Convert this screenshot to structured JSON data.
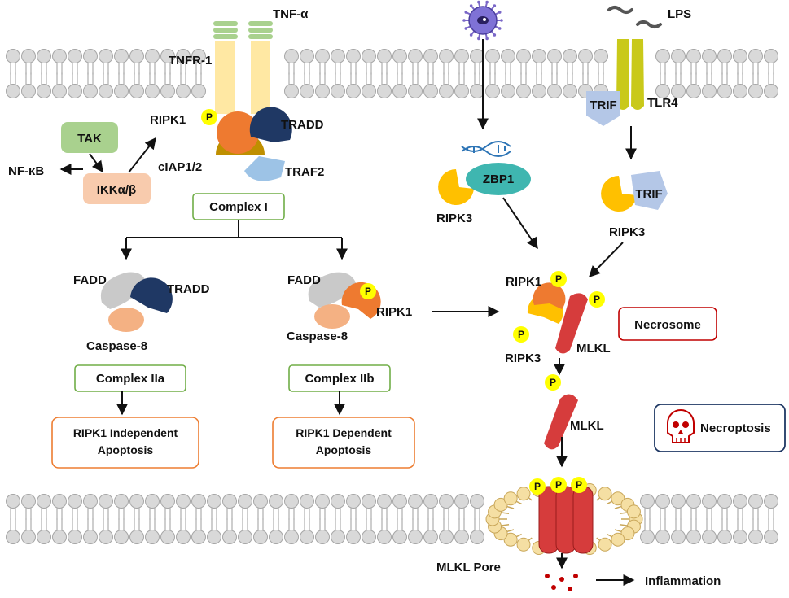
{
  "labels": {
    "tnf_alpha": "TNF-α",
    "tnfr1": "TNFR-1",
    "lps": "LPS",
    "tlr4": "TLR4",
    "trif": "TRIF",
    "trif2": "TRIF",
    "ripk1_top": "RIPK1",
    "tradd_top": "TRADD",
    "ciap": "cIAP1/2",
    "traf2": "TRAF2",
    "tak": "TAK",
    "ikk": "IKKα/β",
    "nfkb": "NF-κB",
    "zbp1": "ZBP1",
    "ripk3_a": "RIPK3",
    "ripk3_b": "RIPK3",
    "fadd_a": "FADD",
    "tradd_a": "TRADD",
    "casp8_a": "Caspase-8",
    "fadd_b": "FADD",
    "ripk1_b": "RIPK1",
    "casp8_b": "Caspase-8",
    "ripk1_n": "RIPK1",
    "ripk3_n": "RIPK3",
    "mlkl_n": "MLKL",
    "mlkl_free": "MLKL",
    "mlkl_pore": "MLKL Pore",
    "inflammation": "Inflammation",
    "phospho": "P"
  },
  "boxes": {
    "complex1": "Complex I",
    "complex2a": "Complex IIa",
    "complex2b": "Complex IIb",
    "necrosome": "Necrosome",
    "necroptosis": "Necroptosis",
    "apop_indep_1": "RIPK1 Independent",
    "apop_indep_2": "Apoptosis",
    "apop_dep_1": "RIPK1 Dependent",
    "apop_dep_2": "Apoptosis"
  },
  "colors": {
    "membrane_head": "#d9d9d9",
    "membrane_tail": "#bdbdbd",
    "ripk1": "#ee7a30",
    "tradd": "#1f3864",
    "ciap": "#bf8f00",
    "traf2": "#9dc3e6",
    "tak": "#a9d18e",
    "ikk": "#f8cbad",
    "fadd": "#c9c9c9",
    "caspase8": "#f4b183",
    "ripk3": "#ffc000",
    "zbp1": "#3fb6b0",
    "trif": "#b4c7e7",
    "tlr4": "#c9c91a",
    "mlkl": "#d63c3c",
    "phospho": "#ffff00",
    "green_box": "#70ad47",
    "orange_box": "#ed7d31",
    "red_box": "#c00000",
    "navy_box": "#1f3864"
  }
}
